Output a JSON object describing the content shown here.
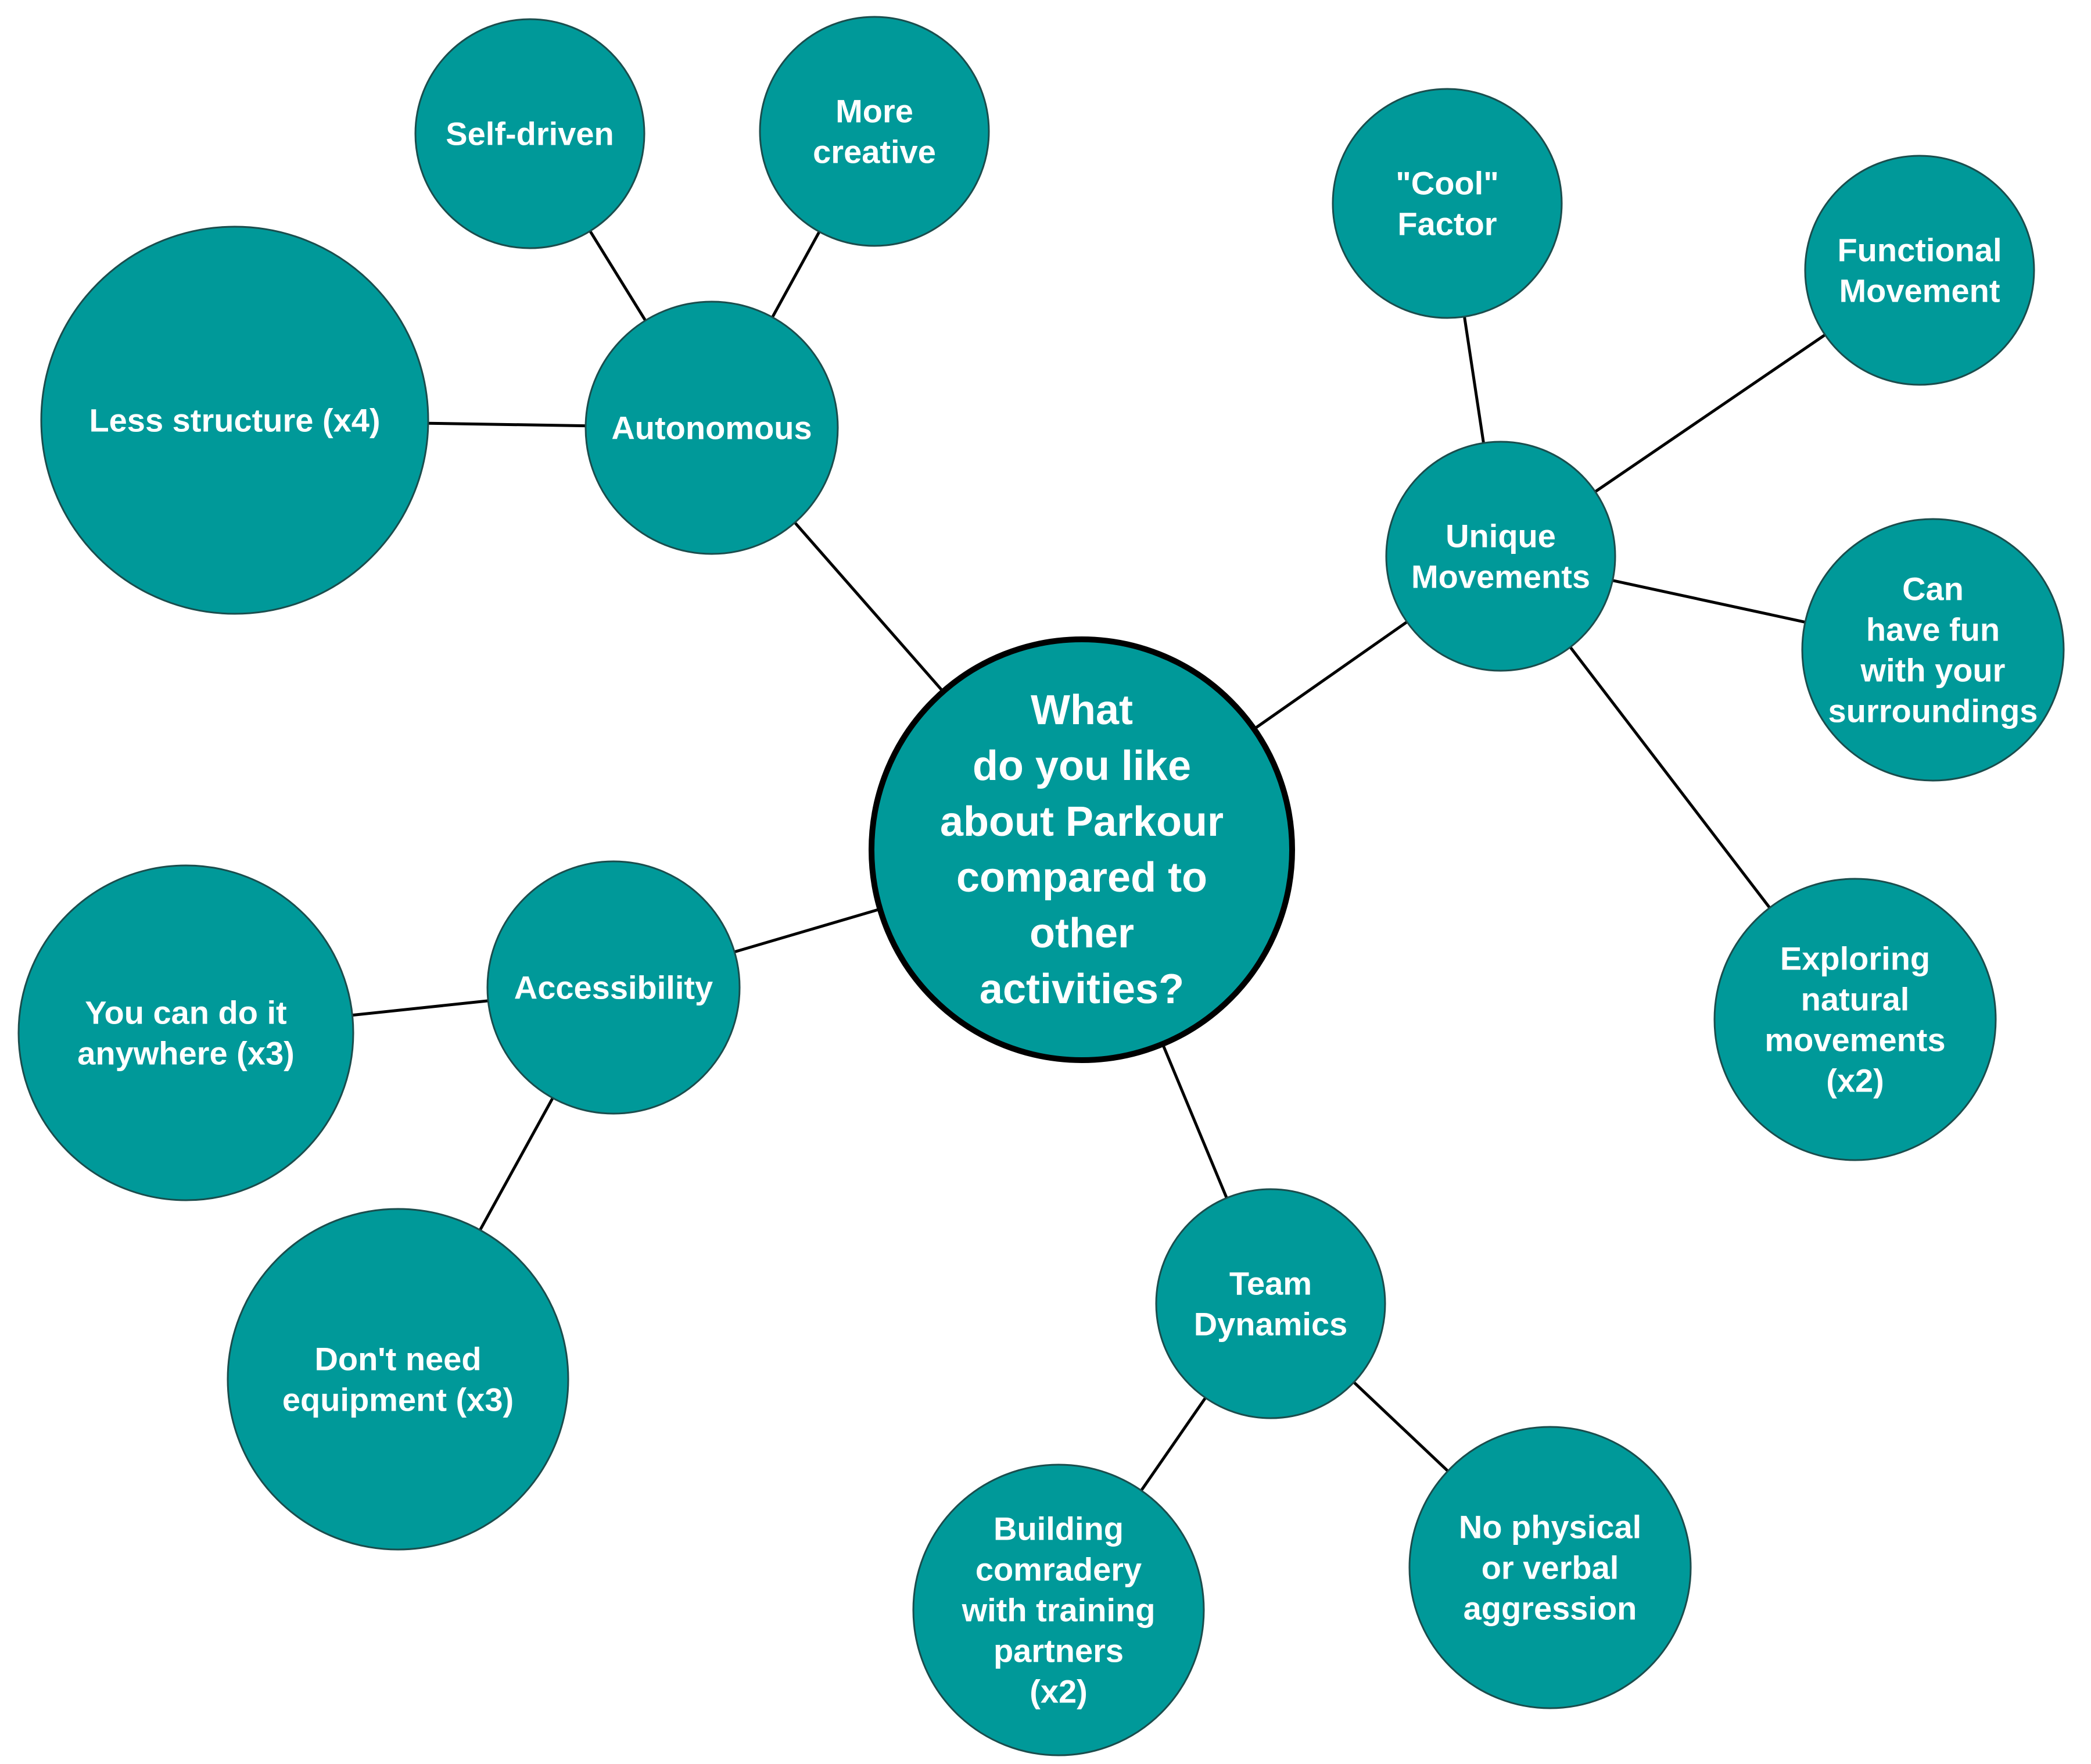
{
  "colors": {
    "node_fill": "#009999",
    "node_text": "#ffffff",
    "connector": "#000000",
    "center_border": "#000000",
    "background": "#ffffff"
  },
  "nodes": {
    "center": {
      "lines": [
        "What",
        "do you like",
        "about Parkour",
        "compared to",
        "other",
        "activities?"
      ]
    },
    "autonomous": {
      "lines": [
        "Autonomous"
      ]
    },
    "self_driven": {
      "lines": [
        "Self-driven"
      ]
    },
    "more_creative": {
      "lines": [
        "More",
        "creative"
      ]
    },
    "less_structure": {
      "lines": [
        "Less structure (x4)"
      ]
    },
    "unique_movements": {
      "lines": [
        "Unique",
        "Movements"
      ]
    },
    "cool_factor": {
      "lines": [
        "\"Cool\"",
        "Factor"
      ]
    },
    "functional_movement": {
      "lines": [
        "Functional",
        "Movement"
      ]
    },
    "have_fun": {
      "lines": [
        "Can",
        "have fun",
        "with your",
        "surroundings"
      ]
    },
    "exploring_natural": {
      "lines": [
        "Exploring",
        "natural",
        "movements",
        "(x2)"
      ]
    },
    "accessibility": {
      "lines": [
        "Accessibility"
      ]
    },
    "anywhere": {
      "lines": [
        "You can do it",
        "anywhere (x3)"
      ]
    },
    "no_equipment": {
      "lines": [
        "Don't need",
        "equipment (x3)"
      ]
    },
    "team_dynamics": {
      "lines": [
        "Team",
        "Dynamics"
      ]
    },
    "comradery": {
      "lines": [
        "Building",
        "comradery",
        "with training",
        "partners",
        "(x2)"
      ]
    },
    "no_aggression": {
      "lines": [
        "No physical",
        "or verbal",
        "aggression"
      ]
    }
  },
  "edges": [
    [
      "center",
      "autonomous"
    ],
    [
      "autonomous",
      "self_driven"
    ],
    [
      "autonomous",
      "more_creative"
    ],
    [
      "autonomous",
      "less_structure"
    ],
    [
      "center",
      "unique_movements"
    ],
    [
      "unique_movements",
      "cool_factor"
    ],
    [
      "unique_movements",
      "functional_movement"
    ],
    [
      "unique_movements",
      "have_fun"
    ],
    [
      "unique_movements",
      "exploring_natural"
    ],
    [
      "center",
      "accessibility"
    ],
    [
      "accessibility",
      "anywhere"
    ],
    [
      "accessibility",
      "no_equipment"
    ],
    [
      "center",
      "team_dynamics"
    ],
    [
      "team_dynamics",
      "comradery"
    ],
    [
      "team_dynamics",
      "no_aggression"
    ]
  ]
}
